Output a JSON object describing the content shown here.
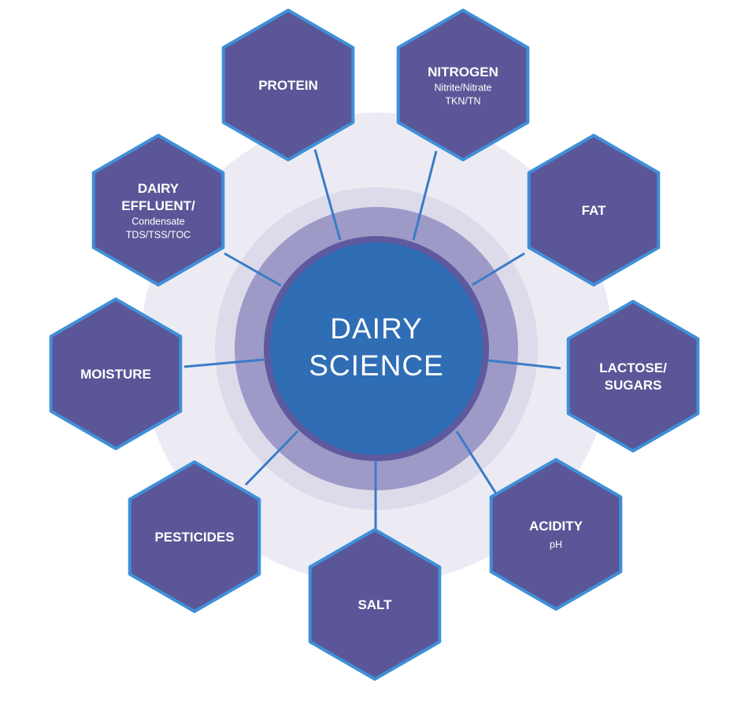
{
  "center": {
    "line1": "DAIRY",
    "line2": "SCIENCE"
  },
  "colors": {
    "hex_fill": "#5b5697",
    "hex_border": "#3f8fd8",
    "center_fill": "#2f6db5",
    "connector": "#3a7bc8",
    "ring_outer": "#ecebf3",
    "ring_mid": "#d9d7e8",
    "ring_inner": "#9c99c6",
    "ring_core": "#5e5a9d"
  },
  "nodes": [
    {
      "id": "protein",
      "icon": "hexagon",
      "lines": [
        {
          "text": "PROTEIN",
          "style": "title"
        }
      ]
    },
    {
      "id": "nitrogen",
      "icon": "hexagon",
      "lines": [
        {
          "text": "NITROGEN",
          "style": "title"
        },
        {
          "text": "Nitrite/Nitrate",
          "style": "sub"
        },
        {
          "text": "TKN/TN",
          "style": "sub"
        }
      ]
    },
    {
      "id": "fat",
      "icon": "hexagon",
      "lines": [
        {
          "text": "FAT",
          "style": "title"
        }
      ]
    },
    {
      "id": "lactose",
      "icon": "hexagon",
      "lines": [
        {
          "text": "LACTOSE/",
          "style": "title"
        },
        {
          "text": "SUGARS",
          "style": "title"
        }
      ]
    },
    {
      "id": "acidity",
      "icon": "hexagon",
      "lines": [
        {
          "text": "ACIDITY",
          "style": "title"
        },
        {
          "text": "pH",
          "style": "subbig"
        }
      ]
    },
    {
      "id": "salt",
      "icon": "hexagon",
      "lines": [
        {
          "text": "SALT",
          "style": "title"
        }
      ]
    },
    {
      "id": "pesticides",
      "icon": "hexagon",
      "lines": [
        {
          "text": "PESTICIDES",
          "style": "title"
        }
      ]
    },
    {
      "id": "moisture",
      "icon": "hexagon",
      "lines": [
        {
          "text": "MOISTURE",
          "style": "title"
        }
      ]
    },
    {
      "id": "dairy-effluent",
      "icon": "hexagon",
      "lines": [
        {
          "text": "DAIRY",
          "style": "title"
        },
        {
          "text": "EFFLUENT/",
          "style": "title"
        },
        {
          "text": "Condensate",
          "style": "sub"
        },
        {
          "text": "TDS/TSS/TOC",
          "style": "sub"
        }
      ]
    }
  ]
}
